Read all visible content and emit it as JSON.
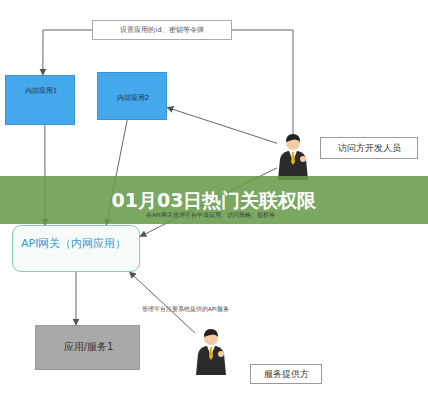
{
  "diagram": {
    "nodes": [
      {
        "text": [
          "内部应用1"
        ]
      },
      {
        "text": [
          "内部应用2"
        ]
      },
      {
        "text": [
          "访问方开发人员"
        ]
      },
      {
        "text": [
          "API网关（内网应用）"
        ]
      },
      {
        "text": [
          "应用/服务1"
        ]
      },
      {
        "text": [
          "服务提供方"
        ]
      }
    ],
    "edges": [
      {
        "from": 2,
        "to": 0,
        "arrow": "to",
        "label": "设置应用的id、密钥等令牌"
      },
      {
        "from": 2,
        "to": 1,
        "arrow": "to"
      },
      {
        "from": 2,
        "to": 3,
        "arrow": "to",
        "label": "在API网关管理平台申请应用、访问策略、授权等"
      },
      {
        "from": 0,
        "to": 3,
        "arrow": "to"
      },
      {
        "from": 1,
        "to": 3,
        "arrow": "to"
      },
      {
        "from": 3,
        "to": 4,
        "arrow": "to"
      },
      {
        "from": 5,
        "to": 3,
        "arrow": "to",
        "label": "管理平台注册系统提供的API服务"
      }
    ],
    "labels": [
      "01月03日热门关联权限"
    ]
  }
}
